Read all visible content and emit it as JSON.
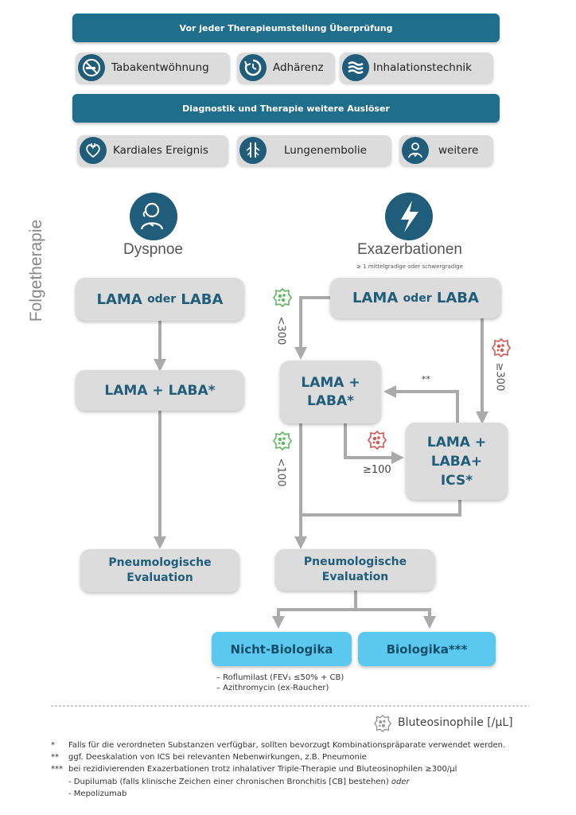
{
  "colors": {
    "banner": "#1f6e8c",
    "icon_bg": "#1f5d7a",
    "box": "#dcdcdc",
    "box_text": "#1f5d7a",
    "biologika": "#5bc8f0",
    "arrow": "#aaaaaa",
    "eos_low": "#5cb85c",
    "eos_high": "#d9534f"
  },
  "header": {
    "banner1": "Vor jeder Therapieumstellung Überprüfung",
    "check_items": [
      {
        "label": "Tabakentwöhnung",
        "icon": "no-smoking-icon"
      },
      {
        "label": "Adhärenz",
        "icon": "adherence-icon"
      },
      {
        "label": "Inhalationstechnik",
        "icon": "inhalation-icon"
      }
    ],
    "banner2": "Diagnostik und Therapie weitere Auslöser",
    "trigger_items": [
      {
        "label": "Kardiales Ereignis",
        "icon": "heart-icon"
      },
      {
        "label": "Lungenembolie",
        "icon": "lung-embolism-icon"
      },
      {
        "label": "weitere",
        "icon": "person-icon"
      }
    ]
  },
  "side_title": "Folgetherapie",
  "dyspnoe": {
    "title": "Dyspnoe",
    "step1_a": "LAMA",
    "step1_or": "oder",
    "step1_b": "LABA",
    "step2": "LAMA + LABA*",
    "eval_line1": "Pneumologische",
    "eval_line2": "Evaluation"
  },
  "exazerbation": {
    "title": "Exazerbationen",
    "subtitle": "≥ 1 mittelgradige oder schwergradige",
    "step1_a": "LAMA",
    "step1_or": "oder",
    "step1_b": "LABA",
    "mid_line1": "LAMA +",
    "mid_line2": "LABA*",
    "ics_line1": "LAMA +",
    "ics_line2": "LABA+",
    "ics_line3": "ICS*",
    "thr_lt300": "<300",
    "thr_ge300": "≥300",
    "thr_ge100": "≥100",
    "thr_lt100": "<100",
    "deescalation": "**",
    "eval_line1": "Pneumologische",
    "eval_line2": "Evaluation",
    "nicht_biologika": "Nicht-Biologika",
    "biologika": "Biologika***",
    "nb_note1": "– Roflumilast (FEV₁ ≤50% + CB)",
    "nb_note2": "– Azithromycin (ex-Raucher)"
  },
  "legend": {
    "label": "Bluteosinophile [/µL]"
  },
  "footnotes": [
    {
      "mark": "*",
      "text": "Falls für die verordneten Substanzen verfügbar, sollten bevorzugt Kombinationspräparate verwendet werden."
    },
    {
      "mark": "**",
      "text": "ggf. Deeskalation von ICS bei relevanten Nebenwirkungen, z.B. Pneumonie"
    },
    {
      "mark": "***",
      "text": "bei rezidivierenden Exazerbationen trotz inhalativer Triple-Therapie und Bluteosinophilen ≥300/µl"
    },
    {
      "mark": "",
      "text": "- Dupilumab (falls klinische Zeichen einer chronischen Bronchitis [CB] bestehen)",
      "italic": "oder"
    },
    {
      "mark": "",
      "text": "- Mepolizumab"
    }
  ]
}
